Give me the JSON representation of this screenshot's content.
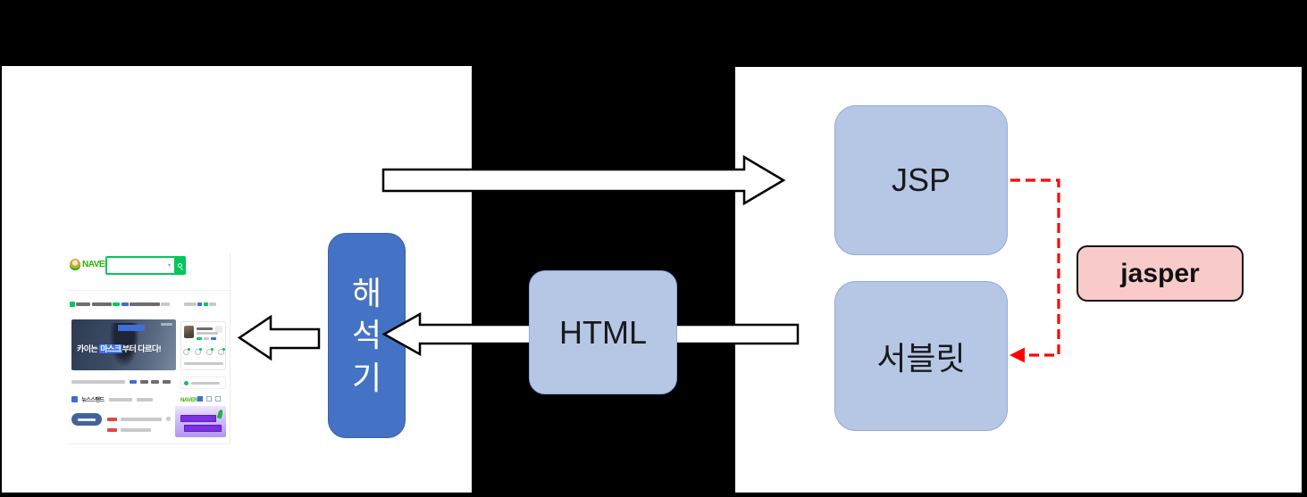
{
  "diagram": {
    "jsp_label": "JSP",
    "servlet_label": "서블릿",
    "html_label": "HTML",
    "jasper_label": "jasper",
    "interpreter_label": "해석기",
    "interpreter_chars": [
      "해",
      "석",
      "기"
    ]
  },
  "naver": {
    "logo": "NAVER",
    "banner": {
      "part1": "카이는",
      "part2": "마스크",
      "part3": "부터 다르다!"
    },
    "newsstand_label": "뉴스스탠드",
    "footer_logo": "NAVER"
  },
  "colors": {
    "slide_background": "#000000",
    "panel_background": "#ffffff",
    "node_fill": "#b6c7e6",
    "node_border": "#8faadc",
    "interpreter_fill": "#4472c4",
    "jasper_fill": "#f9caca",
    "dashed_connector": "#ff0000",
    "naver_green": "#03c75a",
    "naver_logo_green": "#2db400"
  }
}
